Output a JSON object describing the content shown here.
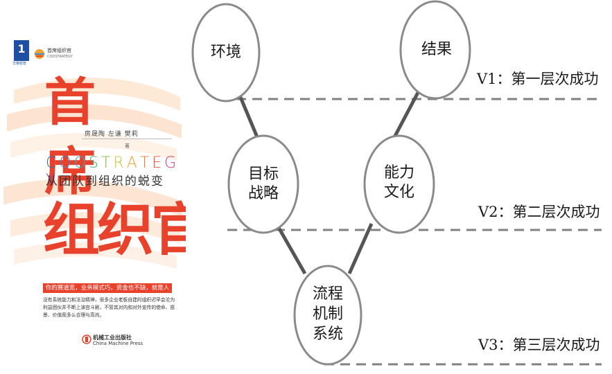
{
  "cover": {
    "publisher_logo_letter": "1",
    "publisher_logo_text": "华章经管",
    "brand_name": "首席组织官",
    "brand_en": "COOSTRATEGY",
    "title_top": "首席",
    "authors": "房晟陶  左谦  樊莉",
    "author_role": "著",
    "english_title": [
      "C",
      "O",
      "O",
      "S",
      "T",
      "R",
      "A",
      "T",
      "E",
      "G",
      "Y"
    ],
    "english_colors": [
      "#2f6fb8",
      "#3a8fd0",
      "#38a8c8",
      "#44b26b",
      "#7cbf3a",
      "#c9c22f",
      "#f0a22e",
      "#ee7a2c",
      "#e8512e",
      "#d33b6a",
      "#9a3fa0"
    ],
    "subtitle": "从团队到组织的蜕变",
    "title_bottom": "组织官",
    "banner": "你的赛道宽，业务模式巧，资金也不缺，就是人不行?",
    "description": "没有系统能力和法治精神，很多企业老板自建的组织迟早会沦为利益团伙并不断上演宫斗剧，不管其对内和对外宣传的使命、愿景、价值观多么合理与高尚。",
    "press_cn": "机械工业出版社",
    "press_en": "China Machine Press",
    "accent_color": "#e8412c"
  },
  "diagram": {
    "nodes": {
      "environment": "环境",
      "result": "结果",
      "strategy": "目标\n战略",
      "capability": "能力\n文化",
      "process": "流程\n机制\n系统"
    },
    "levels": {
      "v1": "V1：第一层次成功",
      "v2": "V2：第二层次成功",
      "v3": "V3：第三层次成功"
    }
  }
}
